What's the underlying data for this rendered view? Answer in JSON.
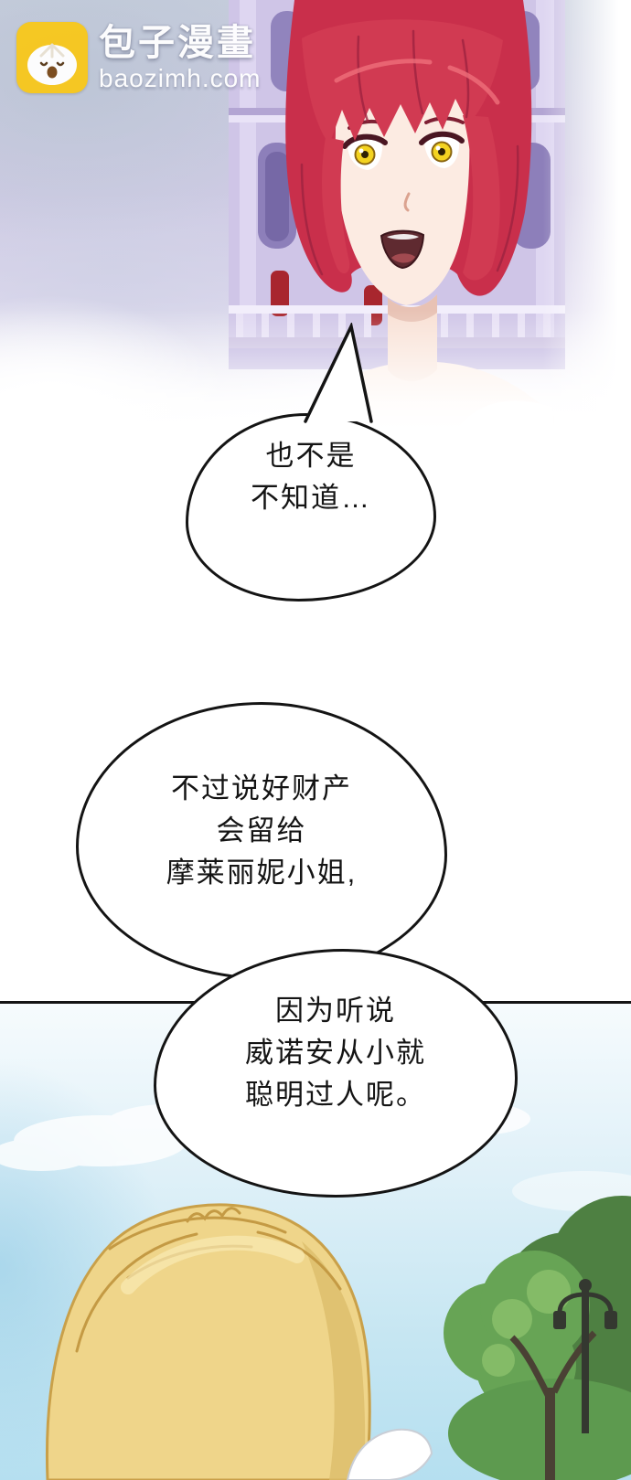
{
  "watermark": {
    "title": "包子漫畫",
    "url": "baozimh.com"
  },
  "bubbles": {
    "b1": {
      "lines": [
        "也不是",
        "不知道…"
      ]
    },
    "b2": {
      "lines": [
        "不过说好财产",
        "会留给",
        "摩莱丽妮小姐,"
      ]
    },
    "b3": {
      "lines": [
        "因为听说",
        "威诺安从小就",
        "聪明过人呢。"
      ]
    }
  },
  "colors": {
    "logo_yellow": "#f8c81c",
    "hair_red": "#d13a52",
    "eye_yellow": "#f3d321",
    "building_lavender": "#cfc5e7",
    "sky_blue": "#bfe2f1",
    "hair_blonde": "#efd58a",
    "tree_green": "#67a455",
    "ink": "#141414"
  }
}
